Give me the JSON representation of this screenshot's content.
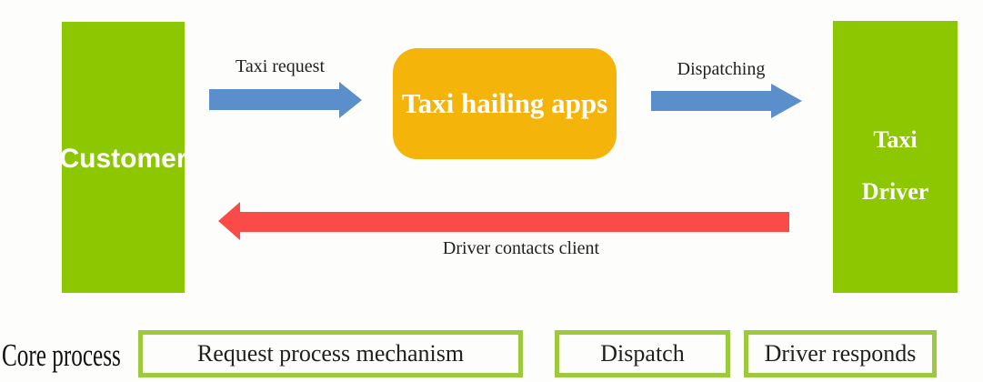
{
  "colors": {
    "green": "#8CC702",
    "orange": "#F5B40A",
    "blue": "#5B8FCB",
    "red": "#FA4B49",
    "box-border-green": "#9CCA3C",
    "label-text": "#1F1F1F",
    "white-text": "#FFFFFF"
  },
  "nodes": {
    "customer": {
      "label": "Customer"
    },
    "app": {
      "label": "Taxi hailing apps"
    },
    "driver": {
      "line1": "Taxi",
      "line2": "Driver"
    }
  },
  "arrows": {
    "taxi_request": {
      "label": "Taxi request",
      "direction": "right"
    },
    "dispatching": {
      "label": "Dispatching",
      "direction": "right"
    },
    "driver_contacts_client": {
      "label": "Driver contacts client",
      "direction": "left"
    }
  },
  "core_process": {
    "label": "Core process",
    "steps": [
      {
        "label": "Request process mechanism"
      },
      {
        "label": "Dispatch"
      },
      {
        "label": "Driver responds"
      }
    ]
  }
}
